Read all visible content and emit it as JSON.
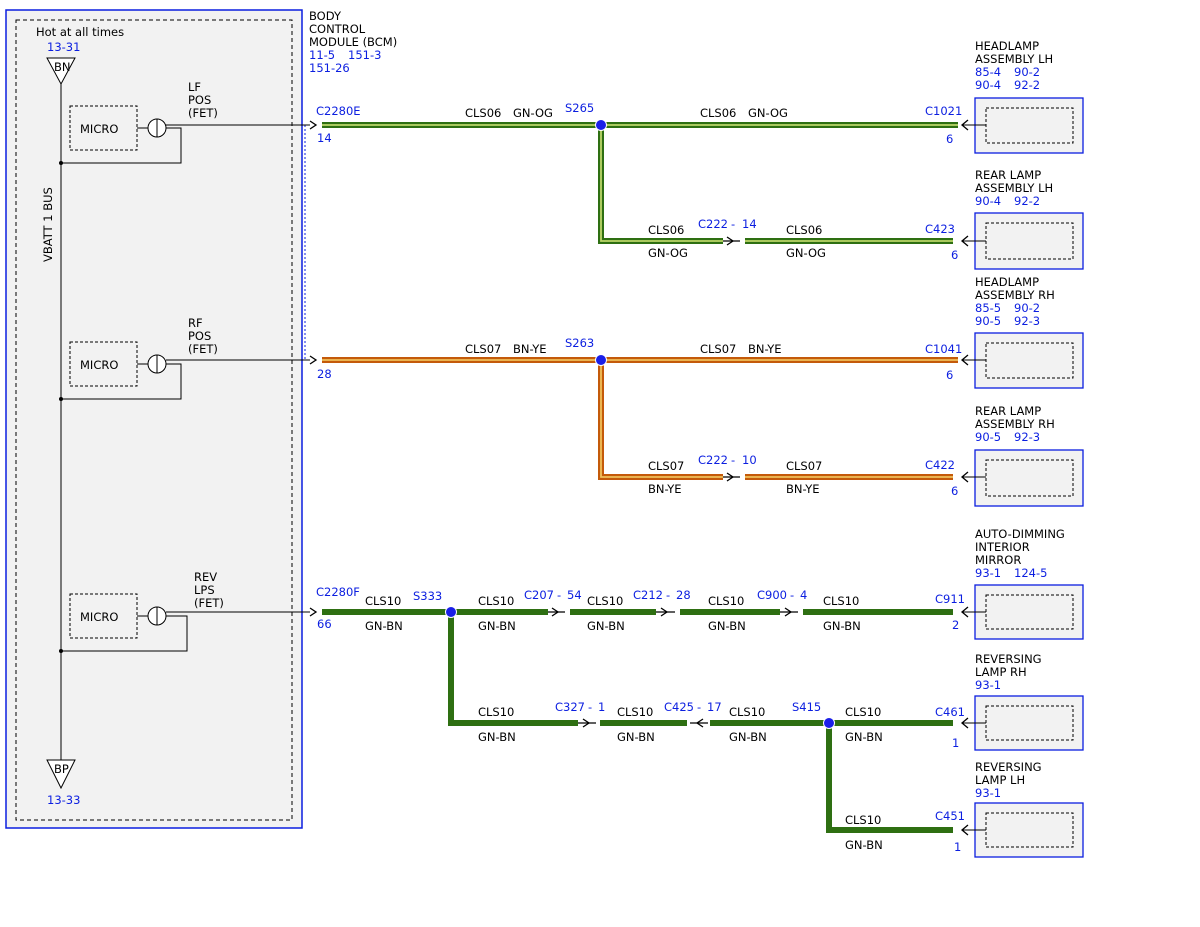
{
  "bcm": {
    "title_lines": [
      "BODY",
      "CONTROL",
      "MODULE (BCM)"
    ],
    "refs_line1": [
      "11-5",
      "151-3"
    ],
    "refs_line2": "151-26",
    "hot_label": "Hot at all times",
    "bus_top_ref": "13-31",
    "bus_top_label": "BN",
    "bus_name": "VBATT 1 BUS",
    "bus_bottom_ref": "13-33",
    "bus_bottom_label": "BP",
    "micros": [
      {
        "label": "MICRO",
        "fet_lines": [
          "LF",
          "POS",
          "(FET)"
        ]
      },
      {
        "label": "MICRO",
        "fet_lines": [
          "RF",
          "POS",
          "(FET)"
        ]
      },
      {
        "label": "MICRO",
        "fet_lines": [
          "REV",
          "LPS",
          "(FET)"
        ]
      }
    ]
  },
  "components": [
    {
      "lines": [
        "HEADLAMP",
        "ASSEMBLY LH"
      ],
      "refs": [
        [
          "85-4",
          "90-2"
        ],
        [
          "90-4",
          "92-2"
        ]
      ]
    },
    {
      "lines": [
        "REAR LAMP",
        "ASSEMBLY LH"
      ],
      "refs": [
        [
          "90-4",
          "92-2"
        ]
      ]
    },
    {
      "lines": [
        "HEADLAMP",
        "ASSEMBLY RH"
      ],
      "refs": [
        [
          "85-5",
          "90-2"
        ],
        [
          "90-5",
          "92-3"
        ]
      ]
    },
    {
      "lines": [
        "REAR LAMP",
        "ASSEMBLY RH"
      ],
      "refs": [
        [
          "90-5",
          "92-3"
        ]
      ]
    },
    {
      "lines": [
        "AUTO-DIMMING",
        "INTERIOR",
        "MIRROR"
      ],
      "refs": [
        [
          "93-1",
          "124-5"
        ]
      ]
    },
    {
      "lines": [
        "REVERSING",
        "LAMP RH"
      ],
      "refs": [
        [
          "93-1"
        ]
      ]
    },
    {
      "lines": [
        "REVERSING",
        "LAMP LH"
      ],
      "refs": [
        [
          "93-1"
        ]
      ]
    }
  ],
  "connectors": {
    "c2280e": "C2280E",
    "c2280e_pin": "14",
    "c2280e_pin2": "28",
    "c2280f": "C2280F",
    "c2280f_pin": "66",
    "c1021": "C1021",
    "c1021_pin": "6",
    "c423": "C423",
    "c423_pin": "6",
    "c1041": "C1041",
    "c1041_pin": "6",
    "c422": "C422",
    "c422_pin": "6",
    "c911": "C911",
    "c911_pin": "2",
    "c461": "C461",
    "c461_pin": "1",
    "c451": "C451",
    "c451_pin": "1",
    "c222a": "C222",
    "c222a_pin": "14",
    "c222b": "C222",
    "c222b_pin": "10",
    "c207": "C207",
    "c207_pin": "54",
    "c212": "C212",
    "c212_pin": "28",
    "c900": "C900",
    "c900_pin": "4",
    "c327": "C327",
    "c327_pin": "1",
    "c425": "C425",
    "c425_pin": "17",
    "dash": "-"
  },
  "splices": {
    "s265": "S265",
    "s263": "S263",
    "s333": "S333",
    "s415": "S415"
  },
  "circuits": {
    "cls06": "CLS06",
    "gnog": "GN-OG",
    "cls07": "CLS07",
    "bnye": "BN-YE",
    "cls10": "CLS10",
    "gnbn": "GN-BN"
  },
  "colors": {
    "green": "#2e6f12",
    "green_stripe": "#bcd66a",
    "orange": "#c45a0a",
    "orange_stripe": "#f0c05a",
    "blue": "#0b1ee0",
    "splice": "#1a1fe8",
    "module_fill": "#f2f2f2"
  }
}
